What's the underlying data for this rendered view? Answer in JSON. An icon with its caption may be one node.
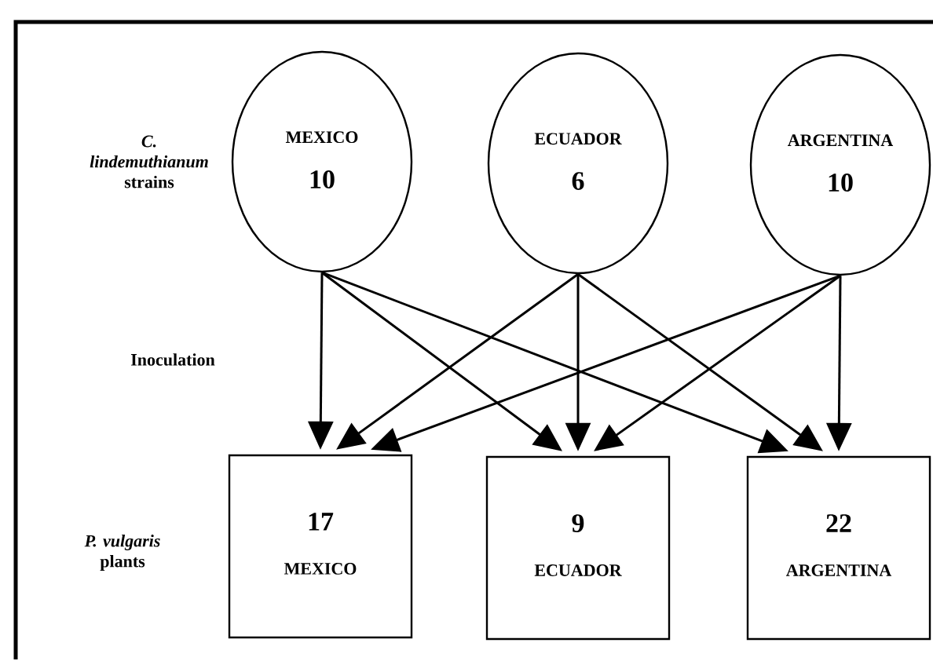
{
  "diagram": {
    "nodes": [
      {
        "text": [
          "MEXICO",
          "10"
        ]
      },
      {
        "text": [
          "ECUADOR",
          "6"
        ]
      },
      {
        "text": [
          "ARGENTINA",
          "10"
        ]
      },
      {
        "text": [
          "17",
          "MEXICO"
        ]
      },
      {
        "text": [
          "9",
          "ECUADOR"
        ]
      },
      {
        "text": [
          "22",
          "ARGENTINA"
        ]
      }
    ],
    "edges": [
      {
        "from": 0,
        "to": 3,
        "arrow": "to"
      },
      {
        "from": 0,
        "to": 4,
        "arrow": "to"
      },
      {
        "from": 0,
        "to": 5,
        "arrow": "to"
      },
      {
        "from": 1,
        "to": 3,
        "arrow": "to"
      },
      {
        "from": 1,
        "to": 4,
        "arrow": "to"
      },
      {
        "from": 1,
        "to": 5,
        "arrow": "to"
      },
      {
        "from": 2,
        "to": 3,
        "arrow": "to"
      },
      {
        "from": 2,
        "to": 4,
        "arrow": "to"
      },
      {
        "from": 2,
        "to": 5,
        "arrow": "to"
      }
    ],
    "labels": [
      "*C. lindemuthianum* strains",
      "Inoculation",
      "*P. vulgaris* plants"
    ]
  }
}
